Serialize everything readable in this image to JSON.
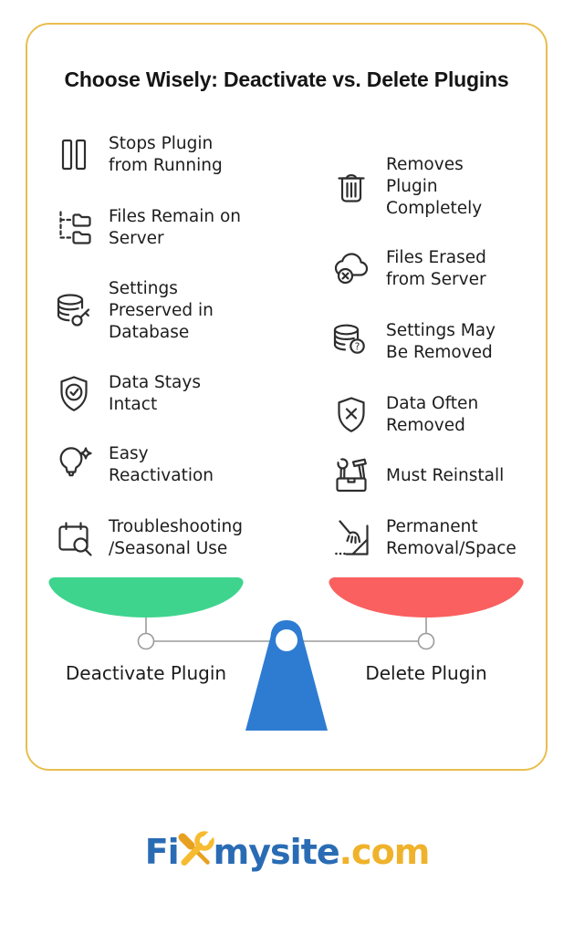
{
  "title": "Choose Wisely: Deactivate vs. Delete Plugins",
  "left_column": {
    "heading": "Deactivate Plugin",
    "items": [
      {
        "icon": "pause-icon",
        "lines": [
          "Stops Plugin",
          "from Running"
        ]
      },
      {
        "icon": "folder-tree-icon",
        "lines": [
          "Files Remain on",
          "Server"
        ]
      },
      {
        "icon": "database-key-icon",
        "lines": [
          "Settings",
          "Preserved in",
          "Database"
        ]
      },
      {
        "icon": "shield-check-icon",
        "lines": [
          "Data Stays",
          "Intact"
        ]
      },
      {
        "icon": "lightbulb-spark-icon",
        "lines": [
          "Easy",
          "Reactivation"
        ]
      },
      {
        "icon": "calendar-search-icon",
        "lines": [
          "Troubleshooting",
          "/Seasonal Use"
        ]
      }
    ]
  },
  "right_column": {
    "heading": "Delete Plugin",
    "items": [
      {
        "icon": "trash-icon",
        "lines": [
          "Removes",
          "Plugin",
          "Completely"
        ]
      },
      {
        "icon": "cloud-x-icon",
        "lines": [
          "Files Erased",
          "from Server"
        ]
      },
      {
        "icon": "database-question-icon",
        "lines": [
          "Settings May",
          "Be Removed"
        ]
      },
      {
        "icon": "shield-x-icon",
        "lines": [
          "Data Often",
          "Removed"
        ]
      },
      {
        "icon": "toolbox-icon",
        "lines": [
          "Must Reinstall"
        ]
      },
      {
        "icon": "broom-icon",
        "lines": [
          "Permanent",
          "Removal/Space"
        ]
      }
    ]
  },
  "scale": {
    "left_label": "Deactivate Plugin",
    "right_label": "Delete Plugin",
    "left_pan_color": "#3ed48e",
    "right_pan_color": "#f9605f",
    "fulcrum_color": "#2e7cd2",
    "beam_color": "#9b9b9b"
  },
  "card": {
    "border_color": "#e9be4e"
  },
  "footer": {
    "brand_prefix": "Fi",
    "brand_x_icon": "crossed-tools-icon",
    "brand_middle": "mysite",
    "brand_suffix": ".com",
    "brand_blue": "#2a6cb4",
    "brand_gold": "#efb22a"
  }
}
